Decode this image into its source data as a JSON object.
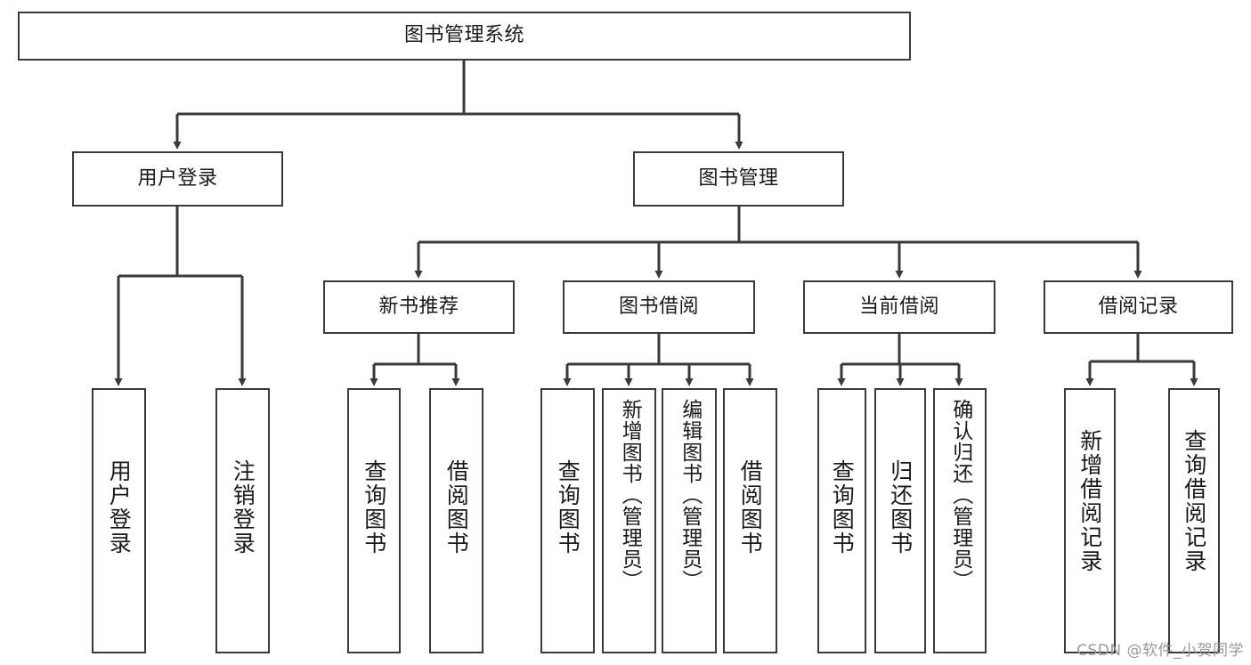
{
  "diagram": {
    "title": "图书管理系统",
    "type": "tree-hierarchy-diagram",
    "watermark": "CSDN @软件_小贺同学",
    "style": {
      "box_border_color": "#3a3a3a",
      "box_fill_color": "#ffffff",
      "edge_color": "#3a3a3a",
      "text_color": "#1a1a1a",
      "background": "#ffffff"
    },
    "nodes": {
      "root": {
        "label": "图书管理系统"
      },
      "level2": [
        {
          "label": "用户登录"
        },
        {
          "label": "图书管理"
        }
      ],
      "level3": [
        {
          "label": "新书推荐"
        },
        {
          "label": "图书借阅"
        },
        {
          "label": "当前借阅"
        },
        {
          "label": "借阅记录"
        }
      ],
      "leaves_user_login": [
        {
          "label": "用户登录"
        },
        {
          "label": "注销登录"
        }
      ],
      "leaves_new_book": [
        {
          "label": "查询图书"
        },
        {
          "label": "借阅图书"
        }
      ],
      "leaves_borrow": [
        {
          "label": "查询图书"
        },
        {
          "label": "新增图书（管理员）"
        },
        {
          "label": "编辑图书（管理员）"
        },
        {
          "label": "借阅图书"
        }
      ],
      "leaves_current": [
        {
          "label": "查询图书"
        },
        {
          "label": "归还图书"
        },
        {
          "label": "确认归还（管理员）"
        }
      ],
      "leaves_records": [
        {
          "label": "新增借阅记录"
        },
        {
          "label": "查询借阅记录"
        }
      ]
    }
  }
}
